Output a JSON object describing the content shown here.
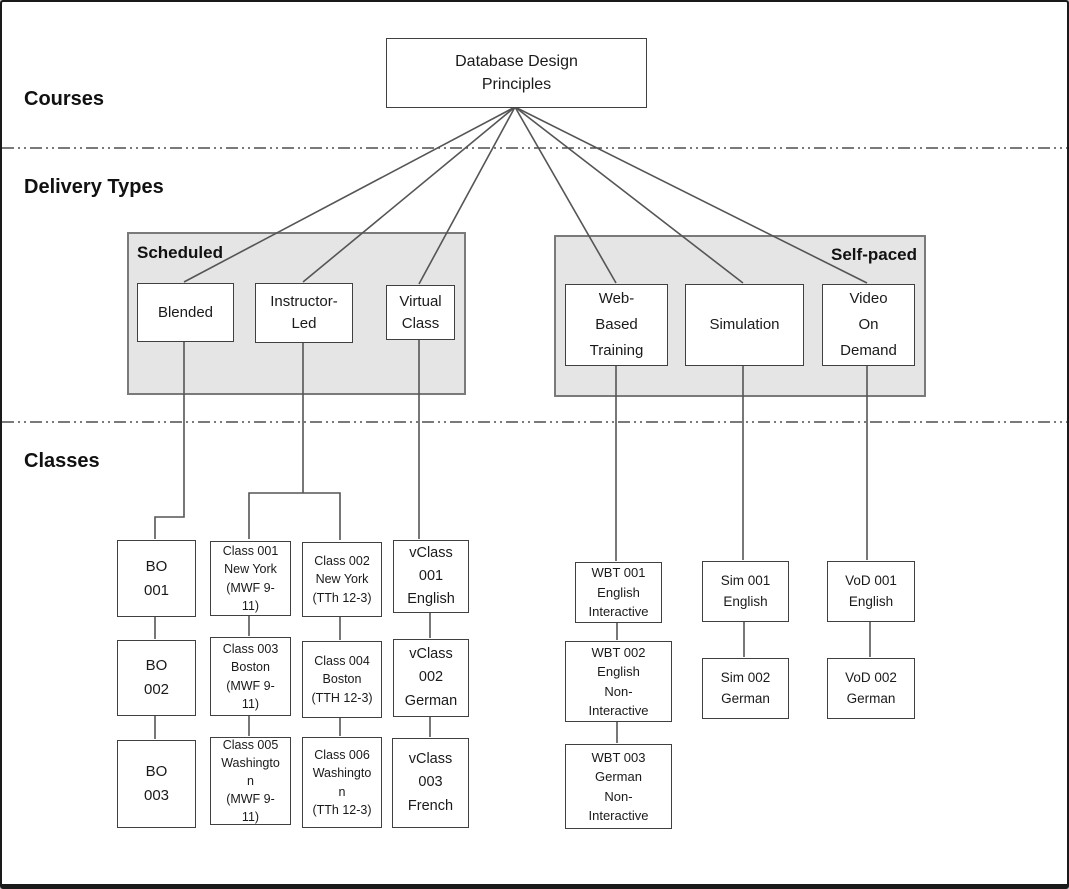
{
  "section_labels": {
    "courses": "Courses",
    "delivery_types": "Delivery Types",
    "classes": "Classes"
  },
  "course": {
    "title": "Database Design\nPrinciples"
  },
  "groups": {
    "scheduled": {
      "label": "Scheduled"
    },
    "self_paced": {
      "label": "Self-paced"
    }
  },
  "delivery_types": [
    {
      "id": "blended",
      "label": "Blended"
    },
    {
      "id": "instructor-led",
      "label": "Instructor-\nLed"
    },
    {
      "id": "virtual-class",
      "label": "Virtual\nClass"
    },
    {
      "id": "web-based-training",
      "label": "Web-\nBased\nTraining"
    },
    {
      "id": "simulation",
      "label": "Simulation"
    },
    {
      "id": "video-on-demand",
      "label": "Video\nOn\nDemand"
    }
  ],
  "classes": [
    {
      "id": "bo-001",
      "label": "BO\n001"
    },
    {
      "id": "bo-002",
      "label": "BO\n002"
    },
    {
      "id": "bo-003",
      "label": "BO\n003"
    },
    {
      "id": "class-001",
      "label": "Class 001\nNew York\n(MWF 9-\n11)"
    },
    {
      "id": "class-003",
      "label": "Class 003\nBoston\n(MWF 9-\n11)"
    },
    {
      "id": "class-005",
      "label": "Class 005\nWashingto\nn\n(MWF 9-\n11)"
    },
    {
      "id": "class-002",
      "label": "Class 002\nNew York\n(TTh 12-3)"
    },
    {
      "id": "class-004",
      "label": "Class 004\nBoston\n(TTH 12-3)"
    },
    {
      "id": "class-006",
      "label": "Class 006\nWashingto\nn\n(TTh 12-3)"
    },
    {
      "id": "vclass-001",
      "label": "vClass\n001\nEnglish"
    },
    {
      "id": "vclass-002",
      "label": "vClass\n002\nGerman"
    },
    {
      "id": "vclass-003",
      "label": "vClass\n003\nFrench"
    },
    {
      "id": "wbt-001",
      "label": "WBT 001\nEnglish\nInteractive"
    },
    {
      "id": "wbt-002",
      "label": "WBT 002\nEnglish\nNon-\nInteractive"
    },
    {
      "id": "wbt-003",
      "label": "WBT 003\nGerman\nNon-\nInteractive"
    },
    {
      "id": "sim-001",
      "label": "Sim 001\nEnglish"
    },
    {
      "id": "sim-002",
      "label": "Sim 002\nGerman"
    },
    {
      "id": "vod-001",
      "label": "VoD 001\nEnglish"
    },
    {
      "id": "vod-002",
      "label": "VoD 002\nGerman"
    }
  ]
}
